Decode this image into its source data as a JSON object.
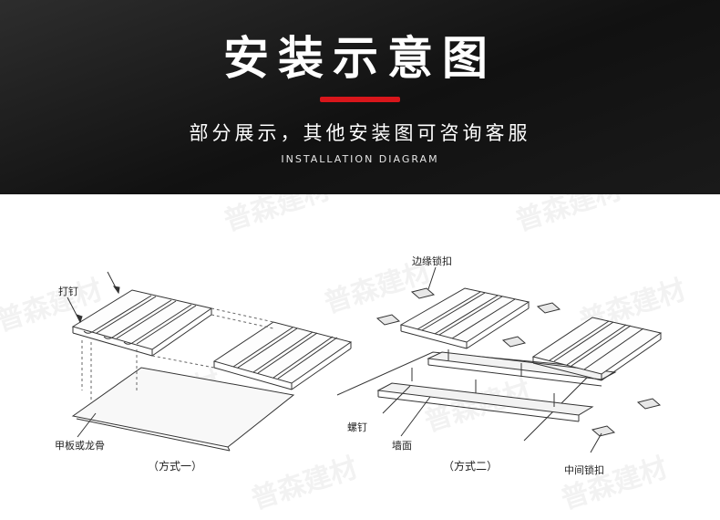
{
  "header": {
    "title": "安装示意图",
    "subtitle": "部分展示，其他安装图可咨询客服",
    "english": "INSTALLATION DIAGRAM",
    "accent_color": "#d8161b",
    "background_color": "#1a1a1a"
  },
  "diagram": {
    "labels": {
      "nail": "打钉",
      "board_or_keel": "甲板或龙骨",
      "method_one": "（方式一）",
      "edge_clip": "边缘锁扣",
      "screw": "螺钉",
      "wall": "墙面",
      "method_two": "（方式二）",
      "middle_clip": "中间锁扣"
    },
    "watermark": "普森建材"
  }
}
